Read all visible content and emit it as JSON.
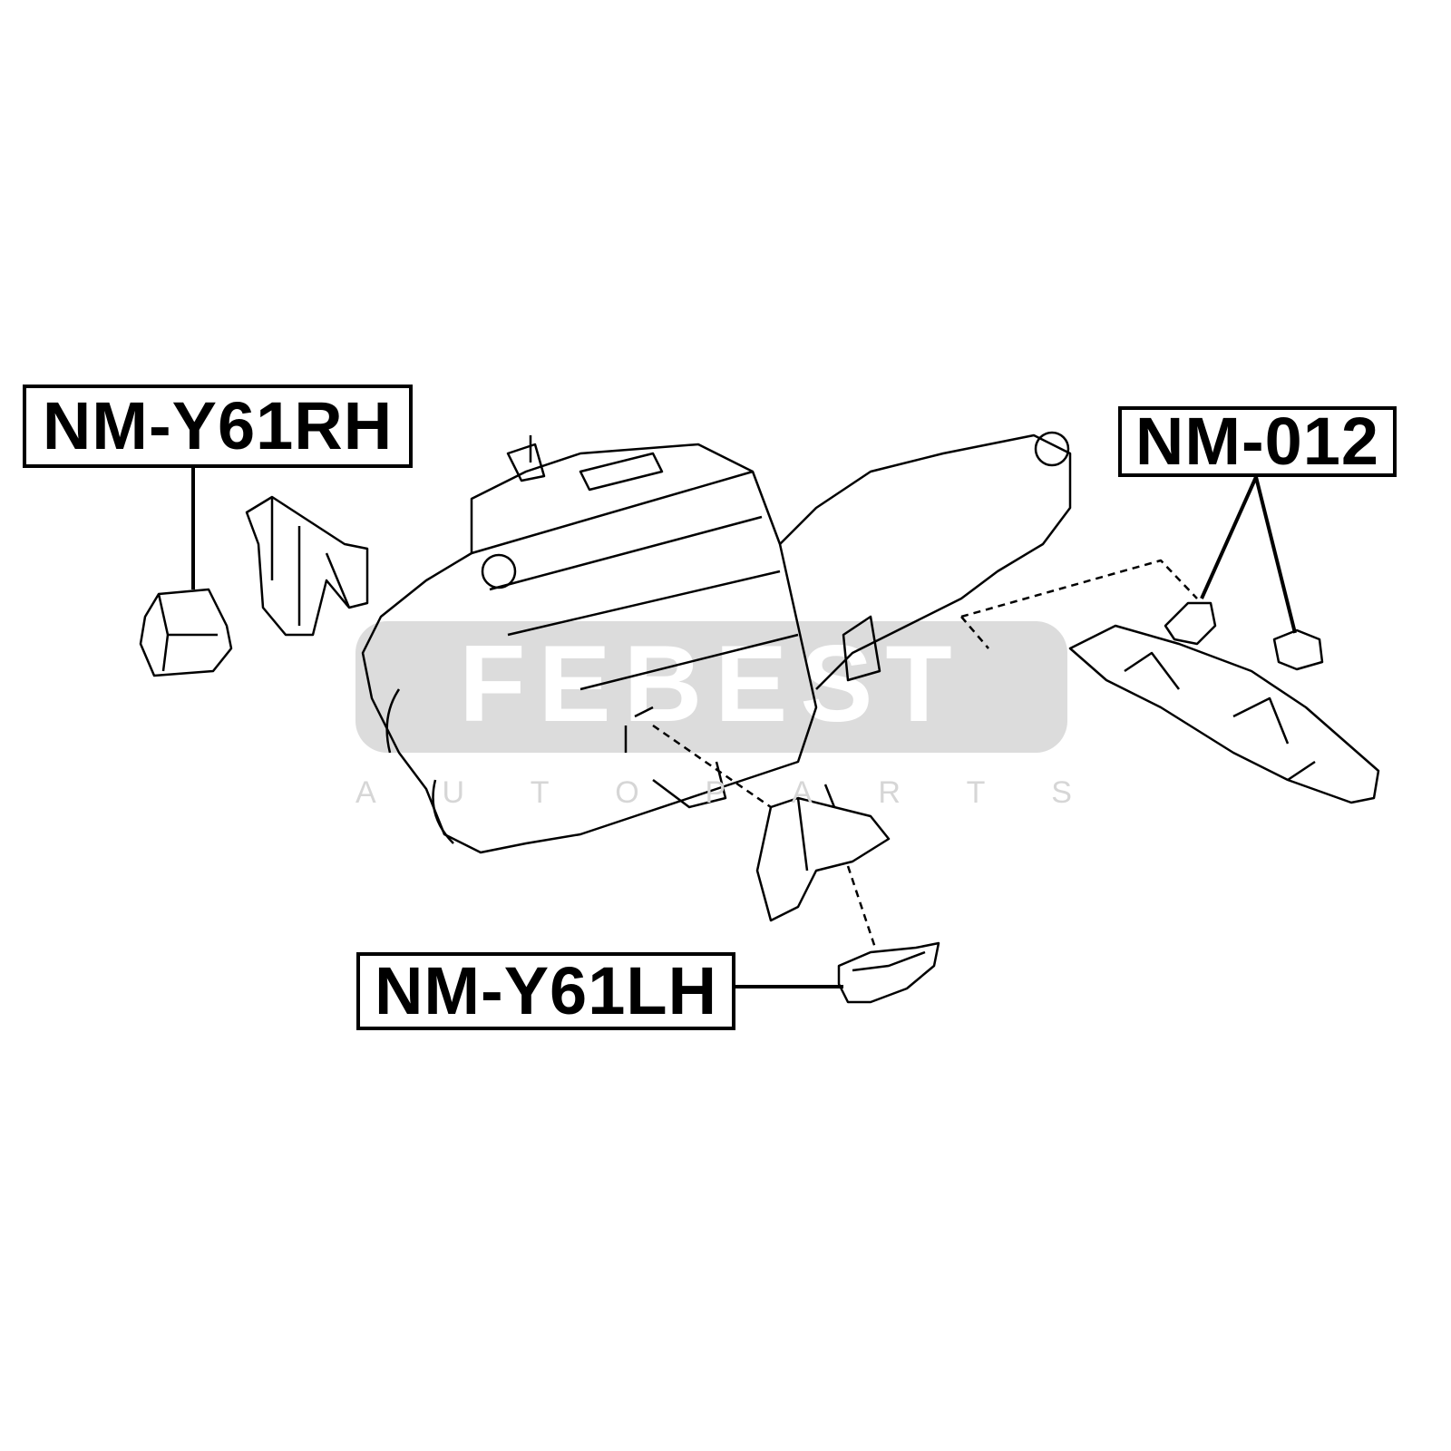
{
  "parts": [
    {
      "id": "rh",
      "label": "NM-Y61RH"
    },
    {
      "id": "012",
      "label": "NM-012"
    },
    {
      "id": "lh",
      "label": "NM-Y61LH"
    }
  ],
  "watermark": {
    "brand": "FEBEST",
    "tagline_letters": [
      "A",
      "U",
      "T",
      "O",
      "P",
      "A",
      "R",
      "T",
      "S"
    ]
  },
  "colors": {
    "line": "#000000",
    "watermark": "#d9d9d9"
  }
}
